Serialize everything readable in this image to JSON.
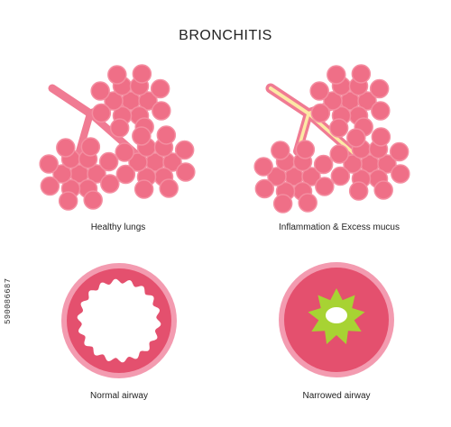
{
  "title": "BRONCHITIS",
  "panels": [
    {
      "caption": "Healthy lungs"
    },
    {
      "caption": "Inflammation & Excess mucus"
    },
    {
      "caption": "Normal airway"
    },
    {
      "caption": "Narrowed airway"
    }
  ],
  "stock_id": "590086687",
  "colors": {
    "alveoli": "#ef6f87",
    "alveoli_light": "#f48ea1",
    "alveoli_outline": "#e25573",
    "bronchus": "#f07b93",
    "mucus": "#fce9a5",
    "airway_outer": "#f39bb0",
    "airway_wall": "#e4506e",
    "mucus_green": "#a7d333"
  }
}
